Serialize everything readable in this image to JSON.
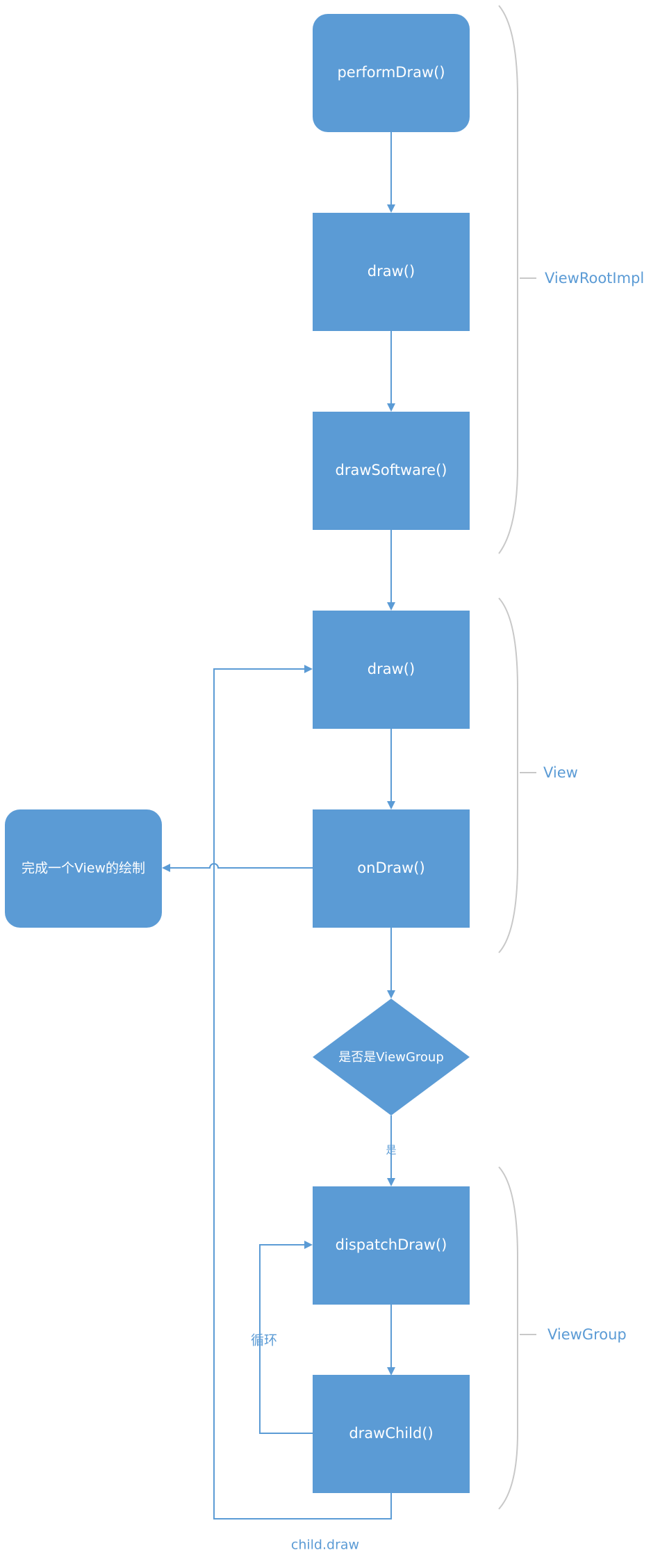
{
  "colors": {
    "node_fill": "#5b9bd5",
    "edge": "#5b9bd5",
    "bracket": "#c8c8c8",
    "background": "#ffffff"
  },
  "nodes": {
    "performDraw": "performDraw()",
    "draw_root": "draw()",
    "drawSoftware": "drawSoftware()",
    "draw_view": "draw()",
    "onDraw": "onDraw()",
    "finish": "完成一个View的绘制",
    "isViewGroup": "是否是ViewGroup",
    "dispatchDraw": "dispatchDraw()",
    "drawChild": "drawChild()"
  },
  "groups": {
    "viewRootImpl": "ViewRootImpl",
    "view": "View",
    "viewGroup": "ViewGroup"
  },
  "edge_labels": {
    "yes": "是",
    "loop": "循环",
    "child_draw": "child.draw"
  }
}
